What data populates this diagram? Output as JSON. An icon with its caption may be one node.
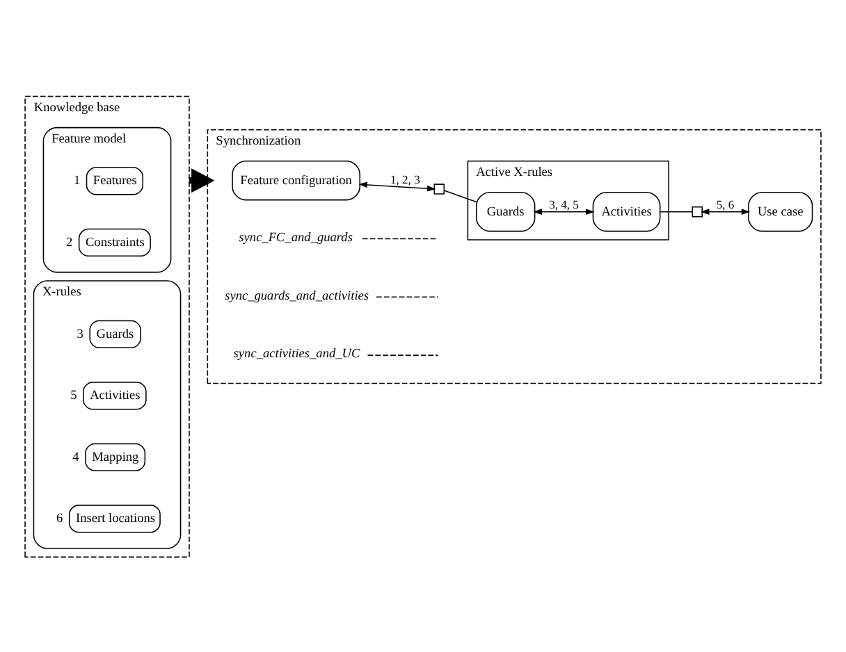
{
  "diagram": {
    "nodes": [
      {
        "text": [
          "Knowledge base"
        ]
      },
      {
        "text": [
          "Feature model"
        ],
        "in": 0
      },
      {
        "text": [
          "Features"
        ],
        "in": 1,
        "beside": [
          "1"
        ]
      },
      {
        "text": [
          "Constraints"
        ],
        "in": 1,
        "beside": [
          "2"
        ]
      },
      {
        "text": [
          "X-rules"
        ],
        "in": 0
      },
      {
        "text": [
          "Guards"
        ],
        "in": 4,
        "beside": [
          "3"
        ]
      },
      {
        "text": [
          "Activities"
        ],
        "in": 4,
        "beside": [
          "5"
        ]
      },
      {
        "text": [
          "Mapping"
        ],
        "in": 4,
        "beside": [
          "4"
        ]
      },
      {
        "text": [
          "Insert locations"
        ],
        "in": 4,
        "beside": [
          "6"
        ]
      },
      {
        "text": [
          "Synchronization"
        ]
      },
      {
        "text": [
          "Feature configuration"
        ],
        "in": 9
      },
      {
        "text": [
          "Active X-rules"
        ],
        "in": 9
      },
      {
        "text": [
          "Guards"
        ],
        "in": 11
      },
      {
        "text": [
          "Activities"
        ],
        "in": 11
      },
      {
        "text": [
          "Use case"
        ],
        "in": 9
      },
      {
        "text": [],
        "shape": "box",
        "in": 9
      },
      {
        "text": [],
        "shape": "box",
        "in": 9
      },
      {
        "text": [
          "sync_FC_and_guards"
        ],
        "in": 9
      },
      {
        "text": [
          "sync_guards_and_activities"
        ],
        "in": 9
      },
      {
        "text": [
          "sync_activities_and_UC"
        ],
        "in": 9
      }
    ],
    "edges": [
      {
        "from": 0,
        "to": 9,
        "arrow": "to",
        "style": "thick"
      },
      {
        "from": 10,
        "to": 15,
        "arrow": "both",
        "label": "1, 2, 3"
      },
      {
        "from": 15,
        "to": 12,
        "arrow": "none"
      },
      {
        "from": 12,
        "to": 13,
        "arrow": "both",
        "label": "3, 4, 5"
      },
      {
        "from": 13,
        "to": 16,
        "arrow": "none"
      },
      {
        "from": 16,
        "to": 14,
        "arrow": "both",
        "label": "5, 6"
      },
      {
        "from": 17,
        "to": null,
        "arrow": "none",
        "style": "dashed"
      },
      {
        "from": 18,
        "to": null,
        "arrow": "none",
        "style": "dashed"
      },
      {
        "from": 19,
        "to": null,
        "arrow": "none",
        "style": "dashed"
      }
    ]
  }
}
